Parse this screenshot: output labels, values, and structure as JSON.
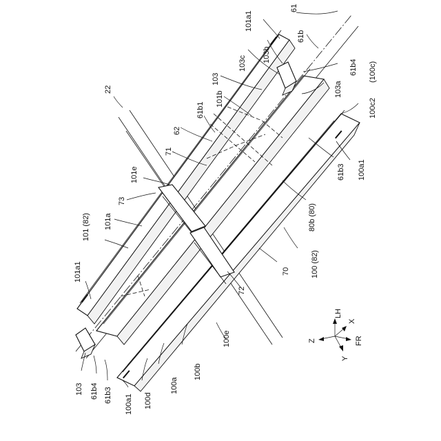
{
  "labels": {
    "l61": "61",
    "l101a1_top": "101a1",
    "l61b": "61b",
    "l103b": "103b",
    "l103c": "103c",
    "l61b4_top": "61b4",
    "l100c": "(100c)",
    "l103_top": "103",
    "l101b": "101b",
    "l103a": "103a",
    "l100c2": "100c2",
    "l22": "22",
    "l61b1": "61b1",
    "l62": "62",
    "l71": "71",
    "l61b3_top": "61b3",
    "l100a1_top": "100a1",
    "l101e": "101e",
    "l73": "73",
    "l101a": "101a",
    "l101_82": "101 (82)",
    "l80b_80": "80b (80)",
    "l101a1_bot": "101a1",
    "l100_82": "100 (82)",
    "l70": "70",
    "l72": "72",
    "l100e": "100e",
    "l103_bot": "103",
    "l61b4_bot": "61b4",
    "l61b3_bot": "61b3",
    "l100a1_bot": "100a1",
    "l100d": "100d",
    "l100a": "100a",
    "l100b": "100b"
  },
  "axes": {
    "lh": "LH",
    "x": "X",
    "z": "Z",
    "fr": "FR",
    "y": "Y"
  }
}
